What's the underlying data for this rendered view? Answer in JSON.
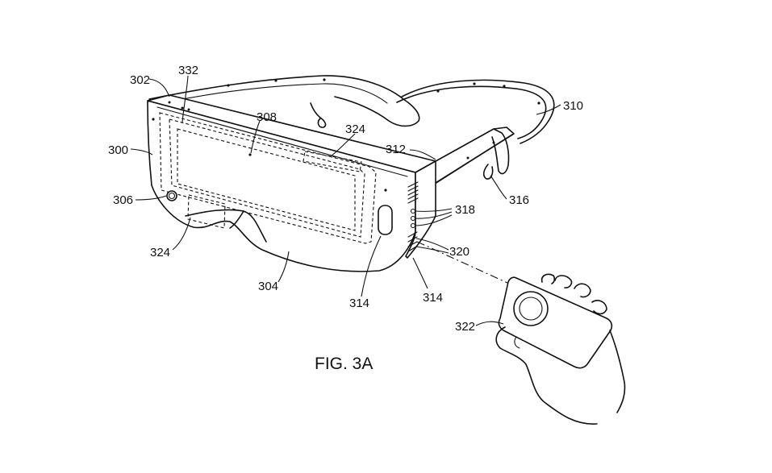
{
  "figure": {
    "caption": "FIG. 3A"
  },
  "labels": {
    "l300": "300",
    "l302": "302",
    "l304": "304",
    "l306": "306",
    "l308": "308",
    "l310": "310",
    "l312": "312",
    "l314a": "314",
    "l314b": "314",
    "l316": "316",
    "l318": "318",
    "l320": "320",
    "l322": "322",
    "l324a": "324",
    "l324b": "324",
    "l332": "332"
  }
}
